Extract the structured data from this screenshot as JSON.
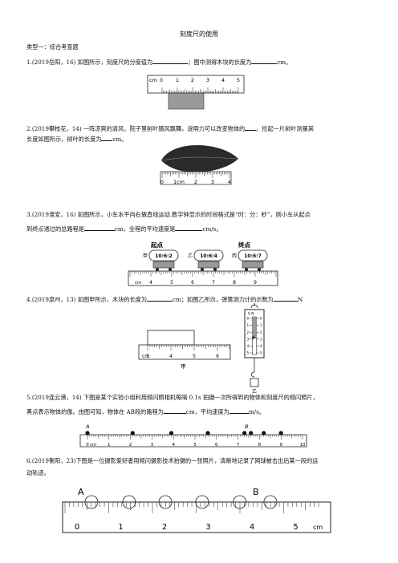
{
  "title": "刻度尺的使用",
  "section": "类型一：综合考查题",
  "q1": {
    "pre": "1.(2019岳阳，16) 如图所示，刻度尺的分度值为",
    "mid": "；图中测得木块的长度为",
    "unit": "cm。",
    "ruler": {
      "unit": "cm",
      "nums": [
        "0",
        "1",
        "2",
        "3",
        "4",
        "5"
      ]
    }
  },
  "q2": {
    "line1_pre": "2.(2019攀枝花，14) 一阵凉爽的清风，院子里树叶随风飘舞，说明力可以改变物体的",
    "line1_post": "。捡起一片树叶测量其",
    "line2_pre": "长度如图所示，树叶的长度为",
    "line2_unit": "cm。",
    "ruler": {
      "nums": [
        "0",
        "1cm",
        "2",
        "3",
        "4"
      ]
    }
  },
  "q3": {
    "line1": "3.(2019淮安，16) 如图所示，小车水平向右做直线运动.数字钟显示的时间格式是“时：分：秒”，则小车从起点",
    "line2_pre": "到终点通过的总路程是",
    "line2_mid": "cm，全程的平均速度是",
    "line2_unit": "cm/s。",
    "start_label": "起点",
    "end_label": "终点",
    "clocks": [
      {
        "name": "甲",
        "time": "10:6:2"
      },
      {
        "name": "乙",
        "time": "10:6:4"
      },
      {
        "name": "丙",
        "time": "10:6:7"
      }
    ],
    "ruler": {
      "unit": "cm",
      "nums": [
        "4",
        "5",
        "6",
        "7",
        "8",
        "9"
      ]
    }
  },
  "q4": {
    "pre": "4.(2019泉州，13) 如图甲所示，木块的长度为",
    "mid": "cm；如图乙所示，弹簧测力计的示数为",
    "unit": "N",
    "ruler": {
      "unit": "cm",
      "nums": [
        "3",
        "4",
        "5",
        "6"
      ]
    },
    "label_jia": "甲",
    "label_yi": "乙",
    "gauge_top": "0 N",
    "gauge_nums": [
      "0",
      "1",
      "2",
      "3",
      "4",
      "5"
    ]
  },
  "q5": {
    "line1": "5.(2019连云港，14) 下图是某个实验小组利用频闪照相机每隔 0.1s 拍摄一次所得到的物体和刻度尺的频闪照片，",
    "line2_pre": "黑点表示物体的像。由图可知，物体在 AB段的路程为",
    "line2_mid": "cm，平均速度为",
    "line2_unit": "m/s。",
    "label_a": "A",
    "label_b": "B",
    "ruler": {
      "unit": "cm",
      "nums": [
        "0",
        "1",
        "2",
        "3",
        "4",
        "5",
        "6",
        "7",
        "8",
        "9",
        "10"
      ]
    }
  },
  "q6": {
    "line1": "6.(2019衡阳，23)下图是一位摄影爱好者用频闪摄影技术拍摄的一张照片，清晰地记录了网球被击出后某一段的运",
    "line2": "动轨迹。",
    "label_a": "A",
    "label_b": "B",
    "ruler": {
      "unit": "cm",
      "nums": [
        "0",
        "1",
        "2",
        "3",
        "4",
        "5"
      ]
    }
  }
}
